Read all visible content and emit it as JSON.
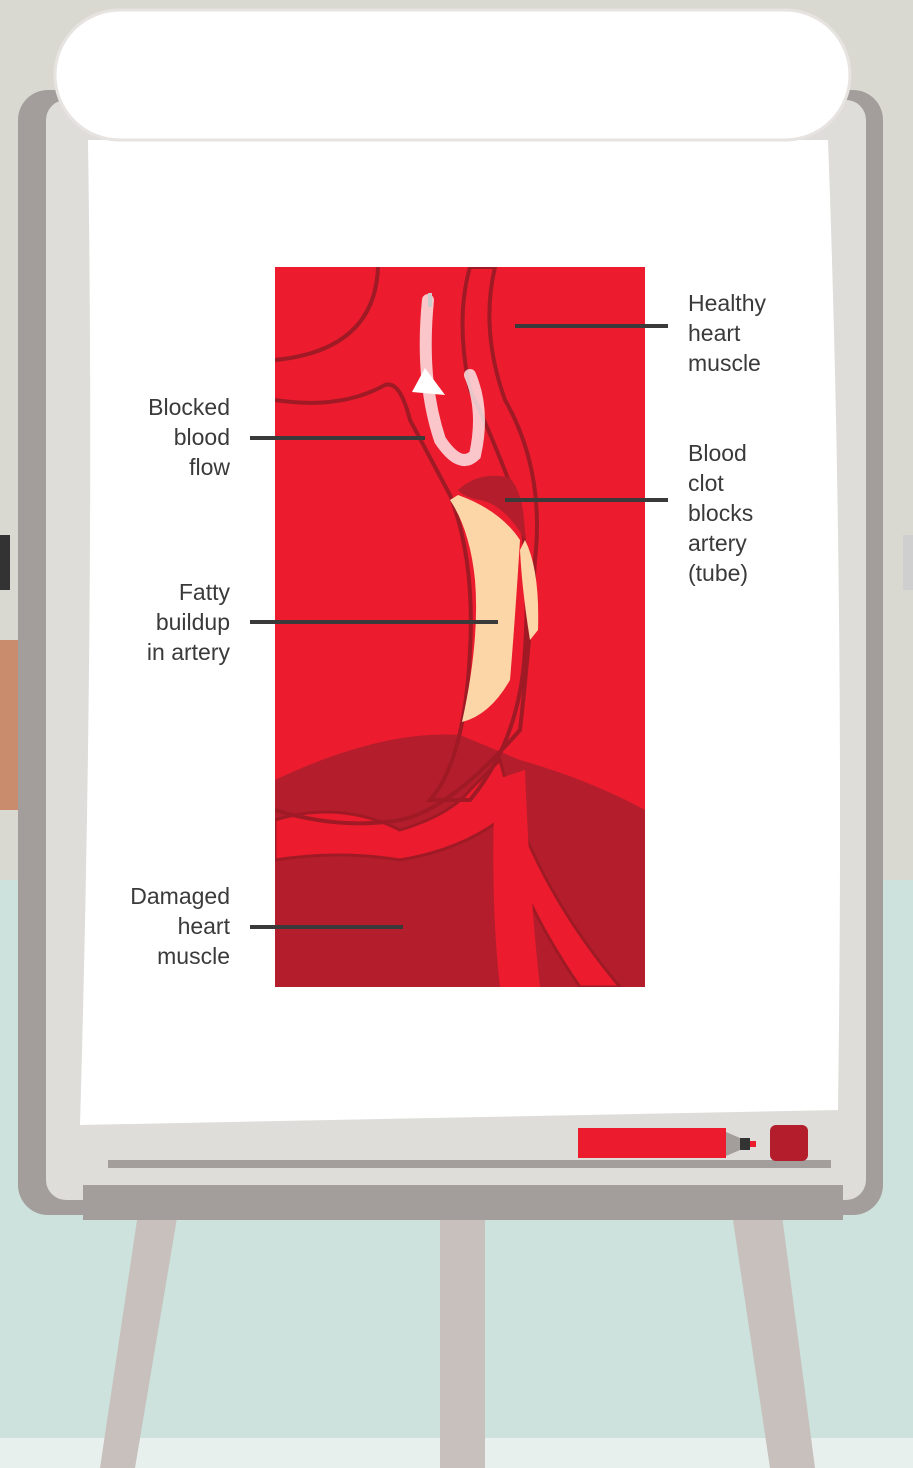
{
  "diagram": {
    "labels": {
      "healthy": "Healthy\nheart\nmuscle",
      "blocked": "Blocked\nblood\nflow",
      "clot": "Blood\nclot\nblocks\nartery\n(tube)",
      "fatty": "Fatty\nbuildup\nin artery",
      "damaged": "Damaged\nheart\nmuscle"
    },
    "colors": {
      "muscle_red": "#ec1c2e",
      "damaged_red": "#b41e2c",
      "fat": "#fdd6a7",
      "board_frame": "#a39e9c",
      "paper": "#ffffff"
    }
  }
}
